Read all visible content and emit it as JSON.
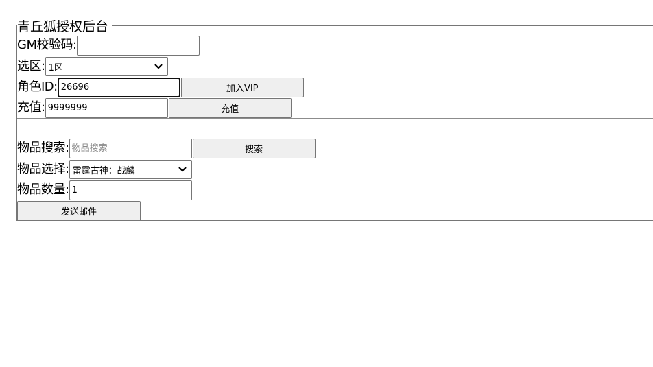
{
  "panel": {
    "legend": "青丘狐授权后台"
  },
  "gm_code": {
    "label": "GM校验码:",
    "value": ""
  },
  "zone": {
    "label": "选区:",
    "selected": "1区"
  },
  "role": {
    "label": "角色ID:",
    "value": "26696",
    "vip_button": "加入VIP"
  },
  "recharge": {
    "label": "充值:",
    "value": "9999999",
    "button": "充值"
  },
  "item_search": {
    "label": "物品搜索:",
    "placeholder": "物品搜索",
    "button": "搜索"
  },
  "item_select": {
    "label": "物品选择:",
    "selected": "雷霆古神：战麟"
  },
  "item_qty": {
    "label": "物品数量:",
    "value": "1"
  },
  "send_mail": {
    "button": "发送邮件"
  },
  "colors": {
    "border": "#767676",
    "button_bg": "#efefef",
    "focus_border": "#101010"
  }
}
